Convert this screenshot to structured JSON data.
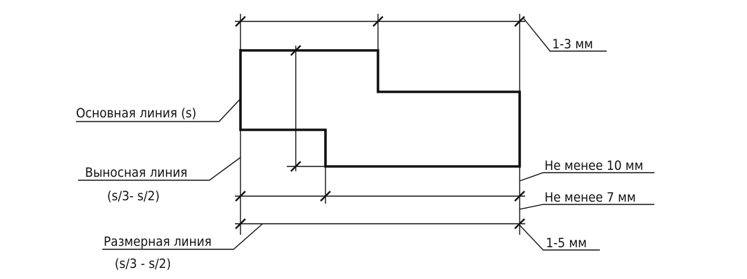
{
  "labels": {
    "main_line": "Основная линия (s)",
    "extension_line": "Выносная  линия",
    "extension_line_thickness": "(s/3- s/2)",
    "dimension_line": "Размерная линия",
    "dimension_line_thickness": "(s/3 - s/2)",
    "overshoot": "1-3  мм",
    "min_10": "Не менее 10 мм",
    "min_7": "Не менее 7 мм",
    "gap": "1-5  мм"
  },
  "colors": {
    "ink": "#111111",
    "background": "#ffffff"
  }
}
